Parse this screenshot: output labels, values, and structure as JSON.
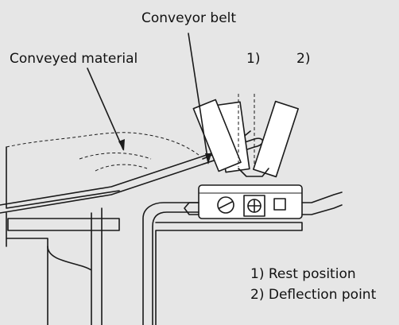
{
  "labels": {
    "conveyor_belt": "Conveyor belt",
    "conveyed_material": "Conveyed material",
    "marker_1": "1)",
    "marker_2": "2)",
    "legend_1": "1) Rest position",
    "legend_2": "2) Deflection point"
  },
  "colors": {
    "background": "#e6e6e6",
    "line": "#1a1a1a",
    "fill": "#ffffff"
  }
}
